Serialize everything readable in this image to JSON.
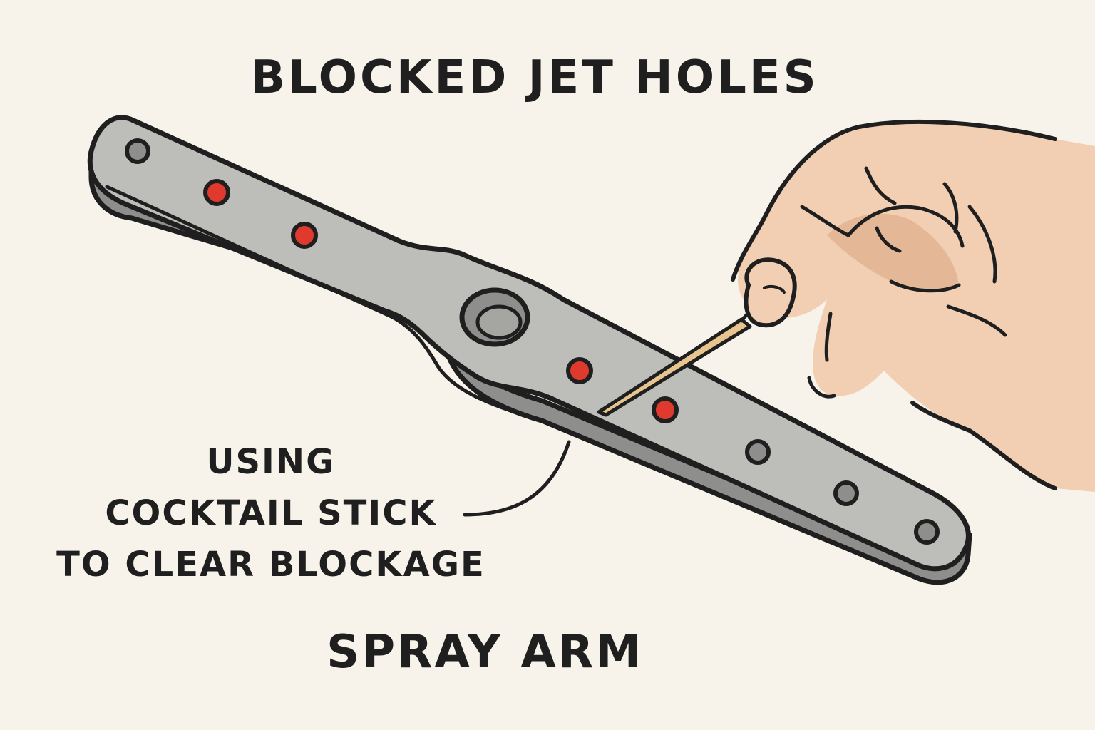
{
  "diagram": {
    "title": "BLOCKED JET HOLES",
    "callout_lines": [
      "USING",
      "COCKTAIL STICK",
      "TO CLEAR BLOCKAGE"
    ],
    "part_label": "SPRAY ARM"
  },
  "colors": {
    "background": "#f7f3ea",
    "arm_top": "#bdbdb9",
    "arm_side": "#8e8e8c",
    "outline": "#1f1f1f",
    "blocked_hole": "#e03a2f",
    "open_hole": "#8e8e8c",
    "skin": "#f2cfb3",
    "skin_shadow": "#e4b896",
    "stick": "#e8c48f"
  },
  "icons": {
    "hand": "hand-holding-stick-icon",
    "stick": "cocktail-stick-icon"
  }
}
